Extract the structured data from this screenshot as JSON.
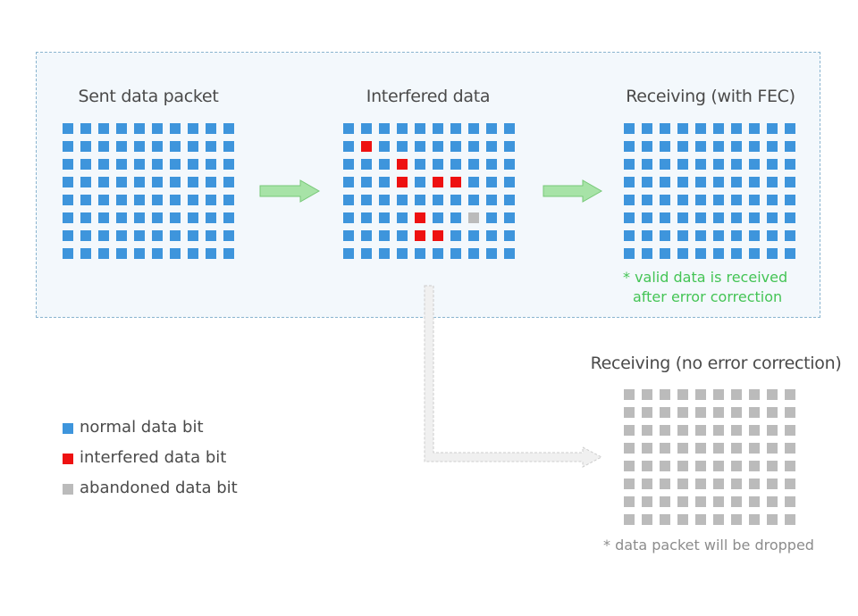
{
  "colors": {
    "normal": "#3e95dc",
    "interfered": "#ee1111",
    "abandoned": "#bbbbbb",
    "valid_note": "#44c455",
    "drop_note": "#8c8c8c",
    "arrow_fill": "#a7e3a7",
    "arrow_stroke": "#77c877"
  },
  "diagram": {
    "sent": {
      "title": "Sent data packet"
    },
    "interfered": {
      "title": "Interfered data",
      "error_bits": [
        [
          1,
          1
        ],
        [
          2,
          3
        ],
        [
          3,
          3
        ],
        [
          3,
          5
        ],
        [
          3,
          6
        ],
        [
          5,
          4
        ],
        [
          6,
          4
        ],
        [
          6,
          5
        ]
      ],
      "abandoned_bits": [
        [
          5,
          7
        ]
      ]
    },
    "received_fec": {
      "title": "Receiving (with FEC)",
      "note_lines": [
        "* valid data is received",
        "after error correction"
      ]
    },
    "received_no_fec": {
      "title": "Receiving (no error correction)",
      "note": "* data packet will be dropped"
    },
    "grid": {
      "rows": 8,
      "cols": 10
    }
  },
  "legend": [
    {
      "label": "normal data bit",
      "kind": "normal"
    },
    {
      "label": "interfered data bit",
      "kind": "interfered"
    },
    {
      "label": "abandoned data bit",
      "kind": "abandoned"
    }
  ]
}
